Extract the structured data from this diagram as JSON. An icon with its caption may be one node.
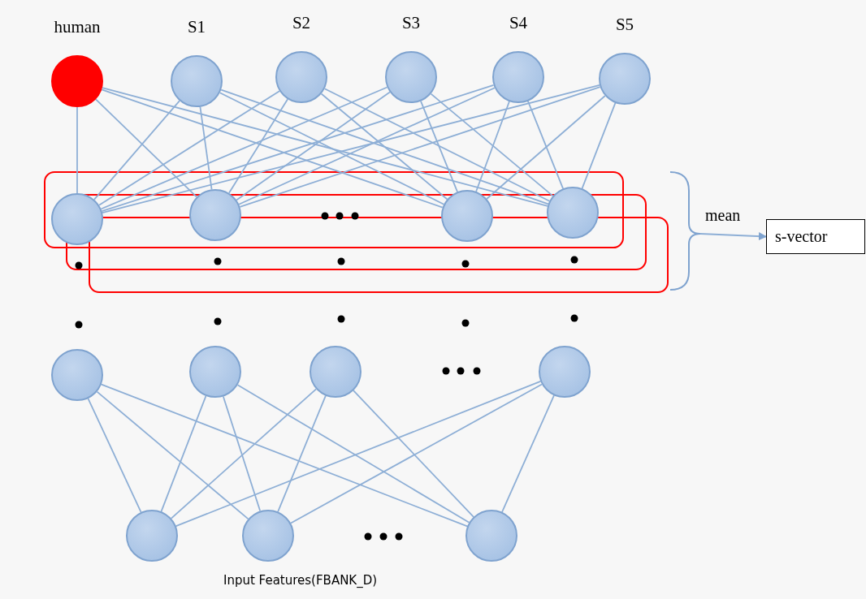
{
  "diagram": {
    "nodes": [
      {
        "text": [
          "human"
        ]
      },
      {
        "text": [
          "S1"
        ]
      },
      {
        "text": [
          "S2"
        ]
      },
      {
        "text": [
          "S3"
        ]
      },
      {
        "text": [
          "S4"
        ]
      },
      {
        "text": [
          "S5"
        ]
      },
      {
        "text": [],
        "shape": "circle"
      },
      {
        "text": [],
        "shape": "circle"
      },
      {
        "text": [],
        "shape": "circle"
      },
      {
        "text": [],
        "shape": "circle"
      },
      {
        "text": [],
        "shape": "circle"
      },
      {
        "text": [],
        "shape": "circle"
      },
      {
        "text": [],
        "shape": "circle"
      },
      {
        "text": [],
        "shape": "circle"
      },
      {
        "text": [],
        "shape": "circle"
      },
      {
        "text": [],
        "shape": "circle"
      },
      {
        "text": [],
        "shape": "circle"
      },
      {
        "text": [
          "s-vector"
        ]
      },
      {
        "text": [],
        "shape": "bracket"
      }
    ],
    "edges": [
      {
        "from": 0,
        "to": 6,
        "arrow": "none"
      },
      {
        "from": 0,
        "to": 7,
        "arrow": "none"
      },
      {
        "from": 0,
        "to": 8,
        "arrow": "none"
      },
      {
        "from": 0,
        "to": 9,
        "arrow": "none"
      },
      {
        "from": 1,
        "to": 6,
        "arrow": "none"
      },
      {
        "from": 1,
        "to": 7,
        "arrow": "none"
      },
      {
        "from": 1,
        "to": 8,
        "arrow": "none"
      },
      {
        "from": 1,
        "to": 9,
        "arrow": "none"
      },
      {
        "from": 2,
        "to": 6,
        "arrow": "none"
      },
      {
        "from": 2,
        "to": 7,
        "arrow": "none"
      },
      {
        "from": 2,
        "to": 8,
        "arrow": "none"
      },
      {
        "from": 2,
        "to": 9,
        "arrow": "none"
      },
      {
        "from": 3,
        "to": 6,
        "arrow": "none"
      },
      {
        "from": 3,
        "to": 7,
        "arrow": "none"
      },
      {
        "from": 3,
        "to": 8,
        "arrow": "none"
      },
      {
        "from": 3,
        "to": 9,
        "arrow": "none"
      },
      {
        "from": 4,
        "to": 6,
        "arrow": "none"
      },
      {
        "from": 4,
        "to": 7,
        "arrow": "none"
      },
      {
        "from": 4,
        "to": 8,
        "arrow": "none"
      },
      {
        "from": 4,
        "to": 9,
        "arrow": "none"
      },
      {
        "from": 5,
        "to": 6,
        "arrow": "none"
      },
      {
        "from": 5,
        "to": 7,
        "arrow": "none"
      },
      {
        "from": 5,
        "to": 8,
        "arrow": "none"
      },
      {
        "from": 5,
        "to": 9,
        "arrow": "none"
      },
      {
        "from": 10,
        "to": 14,
        "arrow": "none"
      },
      {
        "from": 10,
        "to": 15,
        "arrow": "none"
      },
      {
        "from": 10,
        "to": 16,
        "arrow": "none"
      },
      {
        "from": 11,
        "to": 14,
        "arrow": "none"
      },
      {
        "from": 11,
        "to": 15,
        "arrow": "none"
      },
      {
        "from": 11,
        "to": 16,
        "arrow": "none"
      },
      {
        "from": 12,
        "to": 14,
        "arrow": "none"
      },
      {
        "from": 12,
        "to": 15,
        "arrow": "none"
      },
      {
        "from": 12,
        "to": 16,
        "arrow": "none"
      },
      {
        "from": 13,
        "to": 14,
        "arrow": "none"
      },
      {
        "from": 13,
        "to": 15,
        "arrow": "none"
      },
      {
        "from": 13,
        "to": 16,
        "arrow": "none"
      },
      {
        "from": 18,
        "to": 17,
        "arrow": "to",
        "label": "mean"
      }
    ],
    "labels": [
      "Input Features(FBANK_D)"
    ]
  }
}
